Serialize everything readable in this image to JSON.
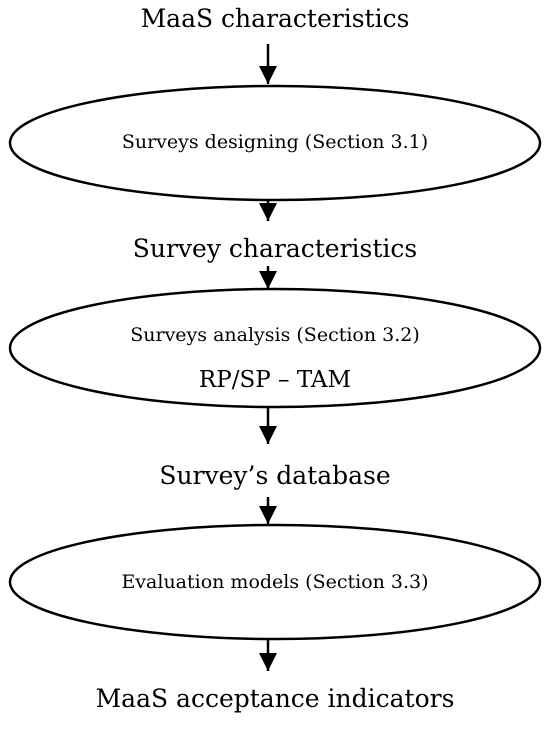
{
  "diagram": {
    "nodes": [
      {
        "id": "maas-characteristics",
        "kind": "text",
        "label": "MaaS characteristics"
      },
      {
        "id": "surveys-designing",
        "kind": "process",
        "label": "Surveys designing (Section 3.1)"
      },
      {
        "id": "survey-characteristics",
        "kind": "text",
        "label": "Survey characteristics"
      },
      {
        "id": "surveys-analysis",
        "kind": "process",
        "label": "Surveys analysis (Section 3.2)",
        "sublabel": "RP/SP – TAM"
      },
      {
        "id": "surveys-database",
        "kind": "text",
        "label": "Survey’s database"
      },
      {
        "id": "evaluation-models",
        "kind": "process",
        "label": "Evaluation models (Section 3.3)"
      },
      {
        "id": "maas-acceptance-indicators",
        "kind": "text",
        "label": "MaaS acceptance indicators"
      }
    ],
    "edges": [
      {
        "from": "maas-characteristics",
        "to": "surveys-designing"
      },
      {
        "from": "surveys-designing",
        "to": "survey-characteristics"
      },
      {
        "from": "survey-characteristics",
        "to": "surveys-analysis"
      },
      {
        "from": "surveys-analysis",
        "to": "surveys-database"
      },
      {
        "from": "surveys-database",
        "to": "evaluation-models"
      },
      {
        "from": "evaluation-models",
        "to": "maas-acceptance-indicators"
      }
    ]
  }
}
